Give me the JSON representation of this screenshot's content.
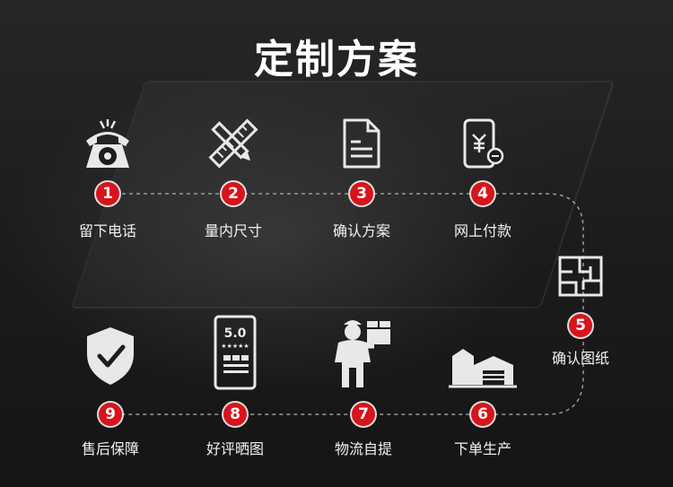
{
  "title": "定制方案",
  "steps": [
    {
      "num": "1",
      "label": "留下电话",
      "icon": "telephone-icon"
    },
    {
      "num": "2",
      "label": "量内尺寸",
      "icon": "ruler-pencil-icon"
    },
    {
      "num": "3",
      "label": "确认方案",
      "icon": "document-icon"
    },
    {
      "num": "4",
      "label": "网上付款",
      "icon": "mobile-payment-icon"
    },
    {
      "num": "5",
      "label": "确认图纸",
      "icon": "floor-plan-icon"
    },
    {
      "num": "6",
      "label": "下单生产",
      "icon": "factory-icon"
    },
    {
      "num": "7",
      "label": "物流自提",
      "icon": "delivery-person-icon"
    },
    {
      "num": "8",
      "label": "好评晒图",
      "icon": "rating-phone-icon"
    },
    {
      "num": "9",
      "label": "售后保障",
      "icon": "shield-check-icon"
    }
  ],
  "rating_screen": {
    "score": "5.0",
    "stars": "★★★★★"
  },
  "colors": {
    "badge": "#d7141b",
    "icon": "#e8e8e8",
    "connector": "#9a9a9a"
  }
}
